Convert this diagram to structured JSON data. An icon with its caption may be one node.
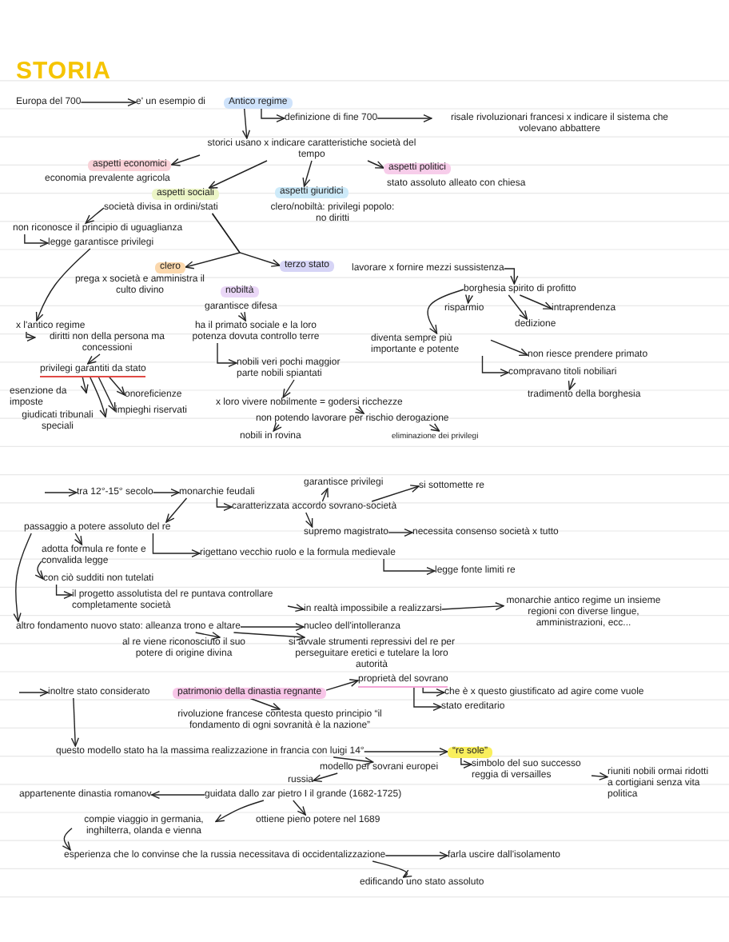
{
  "diagram": {
    "title": "STORIA",
    "nodes": [
      {
        "text": [
          "Europa del 700"
        ]
      },
      {
        "text": [
          "e' un esempio di"
        ]
      },
      {
        "text": [
          "Antico regime"
        ]
      },
      {
        "text": [
          "definizione di fine 700"
        ]
      },
      {
        "text": [
          "risale rivoluzionari francesi x indicare il sistema che volevano abbattere"
        ]
      },
      {
        "text": [
          "storici usano x indicare caratteristiche società del tempo"
        ]
      },
      {
        "text": [
          "aspetti economici"
        ],
        "beside": [
          "economia prevalente agricola"
        ]
      },
      {
        "text": [
          "aspetti politici"
        ],
        "beside": [
          "stato assoluto alleato con chiesa"
        ]
      },
      {
        "text": [
          "aspetti sociali"
        ]
      },
      {
        "text": [
          "aspetti giuridici"
        ],
        "beside": [
          "clero/nobiltà: privilegi popolo: no diritti"
        ]
      },
      {
        "text": [
          "società divisa in ordini/stati"
        ]
      },
      {
        "text": [
          "non riconosce il principio di uguaglianza"
        ]
      },
      {
        "text": [
          "legge garantisce privilegi"
        ]
      },
      {
        "text": [
          "clero"
        ],
        "beside": [
          "prega x società e amministra il culto divino"
        ]
      },
      {
        "text": [
          "terzo stato"
        ]
      },
      {
        "text": [
          "lavorare x fornire mezzi sussistenza"
        ]
      },
      {
        "text": [
          "nobiltà"
        ]
      },
      {
        "text": [
          "garantisce difesa"
        ]
      },
      {
        "text": [
          "ha il primato sociale e la loro potenza dovuta controllo terre"
        ]
      },
      {
        "text": [
          "nobili veri pochi maggior parte nobili spiantati"
        ]
      },
      {
        "text": [
          "x loro vivere nobilmente = godersi ricchezze"
        ]
      },
      {
        "text": [
          "non potendo lavorare per rischio derogazione"
        ]
      },
      {
        "text": [
          "nobili in rovina"
        ]
      },
      {
        "text": [
          "eliminazione dei privilegi"
        ]
      },
      {
        "text": [
          "borghesia spirito di profitto"
        ]
      },
      {
        "text": [
          "risparmio"
        ]
      },
      {
        "text": [
          "dedizione"
        ]
      },
      {
        "text": [
          "intraprendenza"
        ]
      },
      {
        "text": [
          "diventa sempre più importante e potente"
        ]
      },
      {
        "text": [
          "non riesce prendere primato"
        ]
      },
      {
        "text": [
          "compravano titoli nobiliari"
        ]
      },
      {
        "text": [
          "tradimento della borghesia"
        ]
      },
      {
        "text": [
          "x l'antico regime"
        ]
      },
      {
        "text": [
          "diritti non della persona ma concessioni"
        ]
      },
      {
        "text": [
          "privilegi garantiti da stato"
        ]
      },
      {
        "text": [
          "esenzione da imposte"
        ]
      },
      {
        "text": [
          "giudicati tribunali speciali"
        ]
      },
      {
        "text": [
          "impieghi riservati"
        ]
      },
      {
        "text": [
          "onoreficienze"
        ]
      },
      {
        "text": [
          "tra 12°-15° secolo"
        ]
      },
      {
        "text": [
          "monarchie feudali"
        ]
      },
      {
        "text": [
          "caratterizzata accordo sovrano-società"
        ]
      },
      {
        "text": [
          "garantisce privilegi"
        ]
      },
      {
        "text": [
          "si sottomette re"
        ]
      },
      {
        "text": [
          "supremo magistrato"
        ]
      },
      {
        "text": [
          "necessita consenso società x tutto"
        ]
      },
      {
        "text": [
          "passaggio a potere assoluto del re"
        ]
      },
      {
        "text": [
          "adotta formula re fonte e convalida legge"
        ]
      },
      {
        "text": [
          "rigettano vecchio ruolo e la formula medievale"
        ]
      },
      {
        "text": [
          "legge fonte limiti re"
        ]
      },
      {
        "text": [
          "con ciò sudditi non tutelati"
        ]
      },
      {
        "text": [
          "il progetto assolutista del re puntava controllare completamente società"
        ]
      },
      {
        "text": [
          "in realtà impossibile a realizzarsi"
        ]
      },
      {
        "text": [
          "monarchie antico regime un insieme regioni con diverse lingue, amministrazioni, ecc..."
        ]
      },
      {
        "text": [
          "altro fondamento nuovo stato: alleanza trono e altare"
        ]
      },
      {
        "text": [
          "nucleo dell'intolleranza"
        ]
      },
      {
        "text": [
          "al re viene riconosciuto il suo potere di origine divina"
        ]
      },
      {
        "text": [
          "si avvale strumenti repressivi del re per perseguitare eretici e tutelare la loro autorità"
        ]
      },
      {
        "text": [
          "inoltre stato considerato"
        ]
      },
      {
        "text": [
          "patrimonio della dinastia regnante"
        ]
      },
      {
        "text": [
          "proprietà del sovrano"
        ]
      },
      {
        "text": [
          "rivoluzione francese contesta questo principio “il fondamento di ogni sovranità è la nazione”"
        ]
      },
      {
        "text": [
          "stato ereditario"
        ]
      },
      {
        "text": [
          "che è x questo giustificato ad agire come vuole"
        ]
      },
      {
        "text": [
          "questo modello stato ha la massima realizzazione in francia con luigi 14°"
        ]
      },
      {
        "text": [
          "“re sole”"
        ]
      },
      {
        "text": [
          "simbolo del suo successo reggia di versailles"
        ]
      },
      {
        "text": [
          "riuniti nobili ormai ridotti a cortigiani senza vita politica"
        ]
      },
      {
        "text": [
          "modello per sovrani europei"
        ]
      },
      {
        "text": [
          "russia"
        ]
      },
      {
        "text": [
          "guidata dallo zar pietro I il grande (1682-1725)"
        ]
      },
      {
        "text": [
          "appartenente dinastia romanov"
        ]
      },
      {
        "text": [
          "ottiene pieno potere nel 1689"
        ]
      },
      {
        "text": [
          "compie viaggio in germania, inghilterra, olanda e vienna"
        ]
      },
      {
        "text": [
          "esperienza che lo convinse che la russia necessitava di occidentalizzazione"
        ]
      },
      {
        "text": [
          "farla uscire dall'isolamento"
        ]
      },
      {
        "text": [
          "edificando uno stato assoluto"
        ]
      }
    ],
    "edges": [
      {
        "from": 0,
        "to": 1,
        "arrow": "to"
      },
      {
        "from": 2,
        "to": 3,
        "arrow": "to"
      },
      {
        "from": 3,
        "to": 4,
        "arrow": "to"
      },
      {
        "from": 2,
        "to": 5,
        "arrow": "to"
      },
      {
        "from": 5,
        "to": 6,
        "arrow": "to"
      },
      {
        "from": 5,
        "to": 8,
        "arrow": "to"
      },
      {
        "from": 5,
        "to": 9,
        "arrow": "to"
      },
      {
        "from": 5,
        "to": 7,
        "arrow": "to"
      },
      {
        "from": 10,
        "to": 11,
        "arrow": "to"
      },
      {
        "from": 11,
        "to": 12,
        "arrow": "to"
      },
      {
        "from": 10,
        "to": 13,
        "arrow": "to"
      },
      {
        "from": 10,
        "to": 14,
        "arrow": "to"
      },
      {
        "from": 12,
        "to": 32,
        "arrow": "to"
      },
      {
        "from": 32,
        "to": 33,
        "arrow": "to"
      },
      {
        "from": 33,
        "to": 34,
        "arrow": "to"
      },
      {
        "from": 34,
        "to": 35,
        "arrow": "to"
      },
      {
        "from": 34,
        "to": 36,
        "arrow": "to"
      },
      {
        "from": 34,
        "to": 37,
        "arrow": "to"
      },
      {
        "from": 34,
        "to": 38,
        "arrow": "to"
      },
      {
        "from": 17,
        "to": 18,
        "arrow": "to"
      },
      {
        "from": 18,
        "to": 19,
        "arrow": "to"
      },
      {
        "from": 19,
        "to": 20,
        "arrow": "to"
      },
      {
        "from": 20,
        "to": 21,
        "arrow": "to"
      },
      {
        "from": 21,
        "to": 22,
        "arrow": "to"
      },
      {
        "from": 21,
        "to": 23,
        "arrow": "to"
      },
      {
        "from": 15,
        "to": 24,
        "arrow": "to"
      },
      {
        "from": 24,
        "to": 25,
        "arrow": "to"
      },
      {
        "from": 24,
        "to": 26,
        "arrow": "to"
      },
      {
        "from": 24,
        "to": 27,
        "arrow": "to"
      },
      {
        "from": 24,
        "to": 28,
        "arrow": "to"
      },
      {
        "from": 28,
        "to": 29,
        "arrow": "to"
      },
      {
        "from": 28,
        "to": 30,
        "arrow": "to"
      },
      {
        "from": 30,
        "to": 31,
        "arrow": "to"
      },
      {
        "from": null,
        "to": 39,
        "arrow": "to"
      },
      {
        "from": 39,
        "to": 40,
        "arrow": "to"
      },
      {
        "from": 40,
        "to": 41,
        "arrow": "to"
      },
      {
        "from": 41,
        "to": 42,
        "arrow": "to"
      },
      {
        "from": 41,
        "to": 43,
        "arrow": "to"
      },
      {
        "from": 41,
        "to": 44,
        "arrow": "to"
      },
      {
        "from": 44,
        "to": 45,
        "arrow": "to"
      },
      {
        "from": 40,
        "to": 46,
        "arrow": "to"
      },
      {
        "from": 46,
        "to": 47,
        "arrow": "to"
      },
      {
        "from": 46,
        "to": 48,
        "arrow": "to"
      },
      {
        "from": 48,
        "to": 49,
        "arrow": "to"
      },
      {
        "from": 47,
        "to": 50,
        "arrow": "to"
      },
      {
        "from": 50,
        "to": 51,
        "arrow": "to"
      },
      {
        "from": 51,
        "to": 52,
        "arrow": "to"
      },
      {
        "from": 52,
        "to": 53,
        "arrow": "to"
      },
      {
        "from": 46,
        "to": 54,
        "arrow": "to"
      },
      {
        "from": 54,
        "to": 55,
        "arrow": "to"
      },
      {
        "from": 54,
        "to": 56,
        "arrow": "to"
      },
      {
        "from": 54,
        "to": 57,
        "arrow": "to"
      },
      {
        "from": null,
        "to": 58,
        "arrow": "to"
      },
      {
        "from": 59,
        "to": 60,
        "arrow": "to"
      },
      {
        "from": 59,
        "to": 61,
        "arrow": "to"
      },
      {
        "from": 60,
        "to": 62,
        "arrow": "to"
      },
      {
        "from": 60,
        "to": 63,
        "arrow": "to"
      },
      {
        "from": 58,
        "to": 64,
        "arrow": "to"
      },
      {
        "from": 64,
        "to": 65,
        "arrow": "to"
      },
      {
        "from": 65,
        "to": 66,
        "arrow": "to"
      },
      {
        "from": 66,
        "to": 67,
        "arrow": "to"
      },
      {
        "from": 64,
        "to": 68,
        "arrow": "to"
      },
      {
        "from": 68,
        "to": 69,
        "arrow": "to"
      },
      {
        "from": 70,
        "to": 71,
        "arrow": "to"
      },
      {
        "from": 70,
        "to": 72,
        "arrow": "to"
      },
      {
        "from": 70,
        "to": 73,
        "arrow": "to"
      },
      {
        "from": 73,
        "to": 74,
        "arrow": "to"
      },
      {
        "from": 74,
        "to": 75,
        "arrow": "to"
      },
      {
        "from": 74,
        "to": 76,
        "arrow": "to"
      }
    ]
  }
}
